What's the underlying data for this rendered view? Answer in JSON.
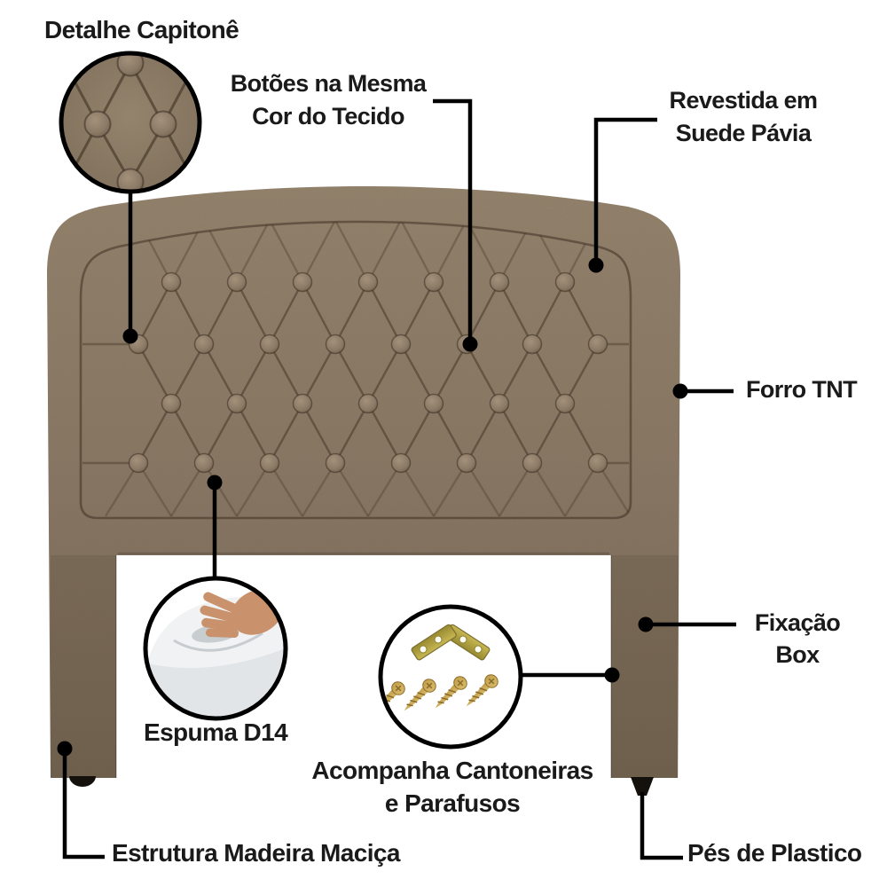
{
  "labels": {
    "detalhe_capitone": "Detalhe Capitonê",
    "botoes_line1": "Botões na Mesma",
    "botoes_line2": "Cor do Tecido",
    "revestida_line1": "Revestida em",
    "revestida_line2": "Suede Pávia",
    "forro": "Forro TNT",
    "fixacao_line1": "Fixação",
    "fixacao_line2": "Box",
    "espuma": "Espuma D14",
    "acompanha_line1": "Acompanha Cantoneiras",
    "acompanha_line2": "e Parafusos",
    "estrutura": "Estrutura Madeira Maciça",
    "pes": "Pés de Plastico"
  },
  "icons": {
    "capitone_detail_circle": "tufted-fabric-closeup",
    "espuma_circle": "foam-block-with-hand",
    "cantoneiras_circle": "corner-bracket-and-screws",
    "left_foot": "plastic-foot-dome",
    "right_foot": "plastic-foot-wedge"
  },
  "colors": {
    "background": "#ffffff",
    "fabric_light": "#97866f",
    "fabric_base": "#8b7a66",
    "fabric_dark": "#7d6c58",
    "line": "#000000",
    "text": "#1a1a1a",
    "foot": "#14100c",
    "foam": "#f0f2f3",
    "foam_shade": "#dde1e3",
    "hand": "#c9916c",
    "gold": "#c2a04c",
    "gold_dark": "#8a6c28",
    "brass": "#c8b753",
    "bracket_dark": "#7a7030"
  }
}
